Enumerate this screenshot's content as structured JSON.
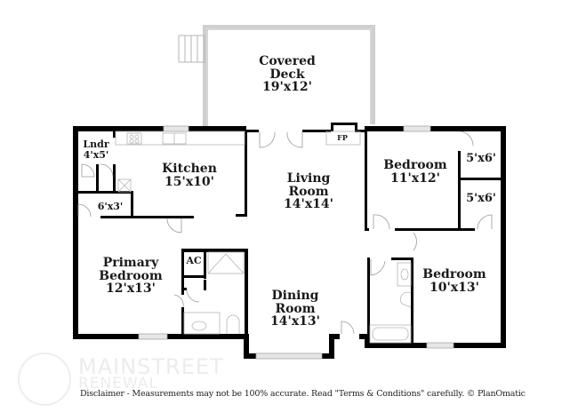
{
  "rooms": {
    "covered_deck": {
      "name_line1": "Covered",
      "name_line2": "Deck",
      "dims": "19'x12'"
    },
    "kitchen": {
      "name": "Kitchen",
      "dims": "15'x10'"
    },
    "laundry": {
      "name": "Lndr",
      "dims": "4'x5'"
    },
    "closet_hall": {
      "dims": "6'x3'"
    },
    "living_room": {
      "name_line1": "Living",
      "name_line2": "Room",
      "dims": "14'x14'"
    },
    "fireplace": {
      "name": "FP"
    },
    "bedroom_1": {
      "name": "Bedroom",
      "dims": "11'x12'"
    },
    "closet_1": {
      "dims": "5'x6'"
    },
    "closet_2": {
      "dims": "5'x6'"
    },
    "primary_bedroom": {
      "name_line1": "Primary",
      "name_line2": "Bedroom",
      "dims": "12'x13'"
    },
    "ac": {
      "name": "AC"
    },
    "dining_room": {
      "name_line1": "Dining",
      "name_line2": "Room",
      "dims": "14'x13'"
    },
    "bedroom_2": {
      "name": "Bedroom",
      "dims": "10'x13'"
    }
  },
  "watermark": {
    "line1": "MAINSTREET",
    "line2": "RENEWAL"
  },
  "disclaimer": "Disclaimer - Measurements may not be 100% accurate. Read \"Terms & Conditions\" carefully. © PlanOmatic",
  "colors": {
    "wall": "#000000",
    "window": "#cfcfcf",
    "fixture": "#bdbdbd",
    "background": "#ffffff"
  }
}
